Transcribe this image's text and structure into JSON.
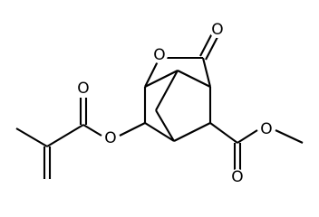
{
  "atoms": {
    "lactone_ring_oxygen": "O",
    "lactone_carbonyl_oxygen": "O",
    "ester_link_oxygen": "O",
    "methacrylate_carbonyl_oxygen": "O",
    "methyl_ester_carbonyl_oxygen": "O",
    "methyl_ester_link_oxygen": "O"
  },
  "colors": {
    "bond": "#000000",
    "background": "#ffffff"
  }
}
